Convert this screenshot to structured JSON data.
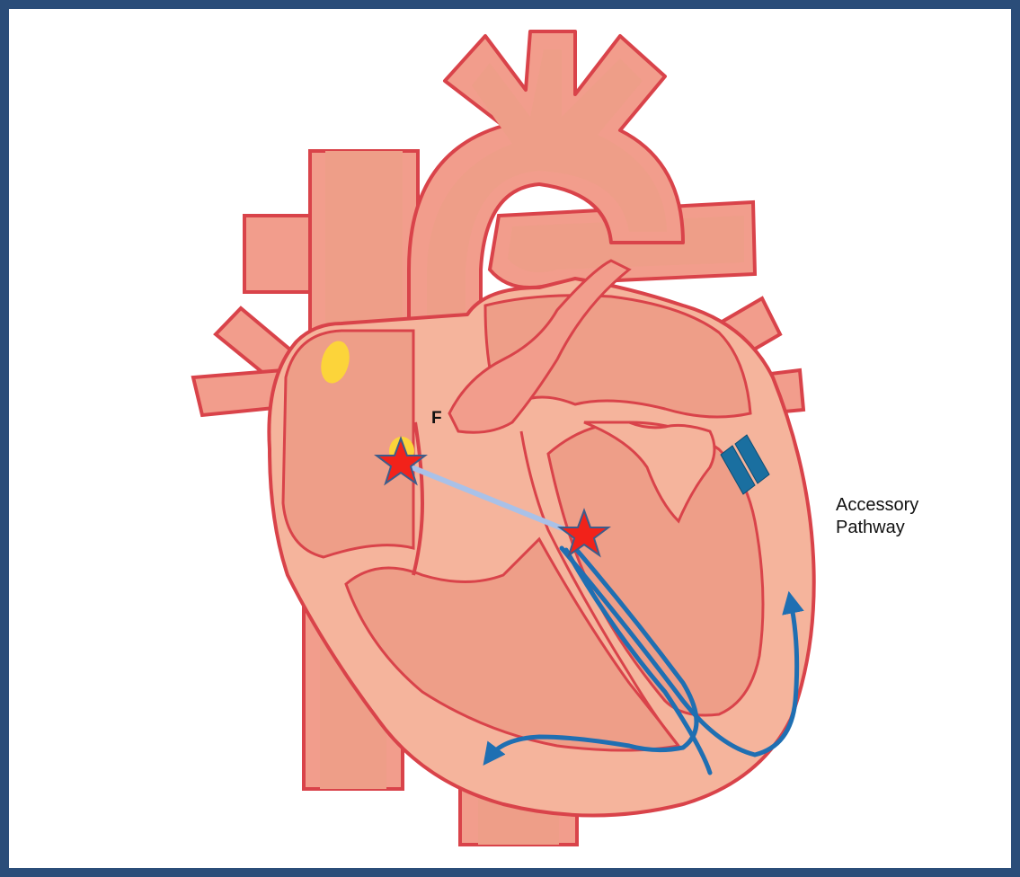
{
  "labels": {
    "f": "F",
    "accessory_pathway_line1": "Accessory",
    "accessory_pathway_line2": "Pathway"
  },
  "colors": {
    "border": "#2b4d79",
    "background": "#ffffff",
    "heart_outline": "#d9434a",
    "heart_wall": "#f5b49c",
    "heart_chamber": "#ee9e88",
    "vessel_fill": "#f29d8c",
    "conduction_blue": "#1f6fb2",
    "conduction_light": "#a9c1e8",
    "pathway_teal": "#1a6fa0",
    "star_red": "#f2221a",
    "node_yellow": "#fcd43a"
  },
  "icons": [
    "star-icon",
    "arrow-icon"
  ]
}
